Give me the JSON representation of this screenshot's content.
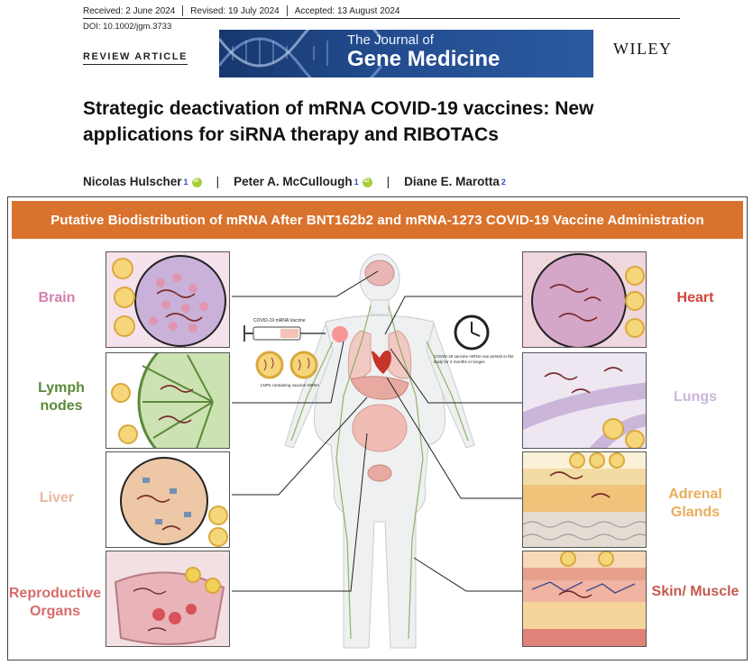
{
  "header": {
    "received": "Received: 2 June 2024",
    "revised": "Revised: 19 July 2024",
    "accepted": "Accepted: 13 August 2024",
    "doi": "DOI: 10.1002/jgm.3733"
  },
  "article_type": "REVIEW ARTICLE",
  "journal": {
    "line1": "The Journal of",
    "line2": "Gene Medicine"
  },
  "publisher": "WILEY",
  "title": "Strategic deactivation of mRNA COVID-19 vaccines: New applications for siRNA therapy and RIBOTACs",
  "authors": [
    {
      "name": "Nicolas Hulscher",
      "sup": "1",
      "orcid": true
    },
    {
      "name": "Peter A. McCullough",
      "sup": "1",
      "orcid": true
    },
    {
      "name": "Diane E. Marotta",
      "sup": "2",
      "orcid": false
    }
  ],
  "figure": {
    "banner": "Putative Biodistribution of mRNA After BNT162b2 and mRNA-1273 COVID-19 Vaccine Administration",
    "organs_left": [
      {
        "text": "Brain",
        "color": "#d67fae"
      },
      {
        "text": "Lymph nodes",
        "color": "#5a8a3a"
      },
      {
        "text": "Liver",
        "color": "#e9b8a0"
      },
      {
        "text": "Reproductive Organs",
        "color": "#d86b6b"
      }
    ],
    "organs_right": [
      {
        "text": "Heart",
        "color": "#d1463a"
      },
      {
        "text": "Lungs",
        "color": "#cdb6d8"
      },
      {
        "text": "Adrenal Glands",
        "color": "#e8ad5c"
      },
      {
        "text": "Skin/ Muscle",
        "color": "#c45a4e"
      }
    ],
    "vaccine_label": "COVID-19 mRNA Vaccine",
    "lnp_label": "LNPs containing vaccine mRNA",
    "persist_text": "COVID-19 vaccine mRNA can persist in the body for 2 months or longer."
  }
}
